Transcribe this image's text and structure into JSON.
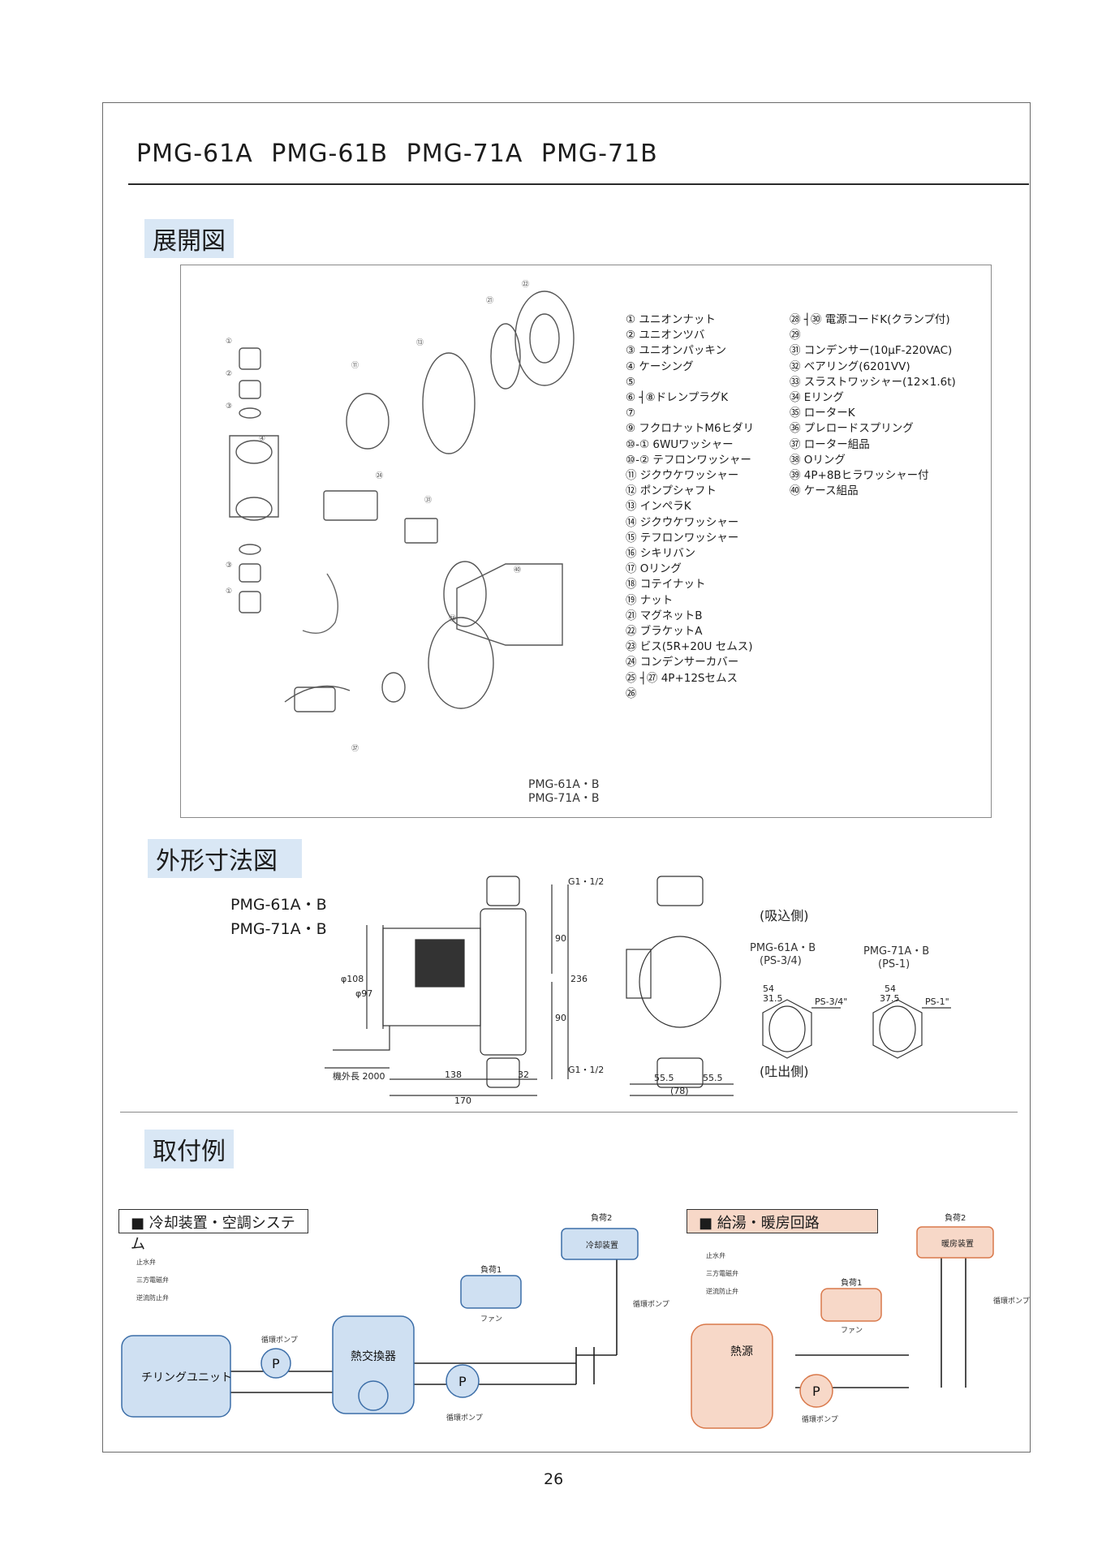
{
  "title": "PMG-61A PMG-61B PMG-71A PMG-71B",
  "sections": {
    "exploded": "展開図",
    "dimensions": "外形寸法図",
    "installation": "取付例"
  },
  "parts_left": [
    "① ユニオンナット",
    "② ユニオンツバ",
    "③ ユニオンパッキン",
    "④ ケーシング",
    "⑤",
    "⑥ ┤⑧ドレンプラグK",
    "⑦",
    "⑨ フクロナットM6ヒダリ",
    "⑩-① 6WUワッシャー",
    "⑩-② テフロンワッシャー",
    "⑪ ジクウケワッシャー",
    "⑫ ポンプシャフト",
    "⑬ インペラK",
    "⑭ ジクウケワッシャー",
    "⑮ テフロンワッシャー",
    "⑯ シキリバン",
    "⑰ Oリング",
    "⑱ コテイナット",
    "⑲ ナット",
    "㉑ マグネットB",
    "㉒ ブラケットA",
    "㉓ ビス(5R+20U セムス)",
    "㉔ コンデンサーカバー",
    "㉕ ┤㉗ 4P+12Sセムス",
    "㉖"
  ],
  "parts_right": [
    "㉘ ┤㉚ 電源コードK(クランプ付)",
    "㉙",
    "㉛ コンデンサー(10μF-220VAC)",
    "㉜ ベアリング(6201VV)",
    "㉝ スラストワッシャー(12×1.6t)",
    "㉞ Eリング",
    "㉟ ローターK",
    "㊱ プレロードスプリング",
    "㊲ ローター組品",
    "㊳ Oリング",
    "㊴ 4P+8Bヒラワッシャー付",
    "㊵ ケース組品"
  ],
  "panel_caption": [
    "PMG-61A・B",
    "PMG-71A・B"
  ],
  "dim_models": [
    "PMG-61A・B",
    "PMG-71A・B"
  ],
  "dim_labels": {
    "g_top": "G1・1/2",
    "g_bottom": "G1・1/2",
    "d90a": "90",
    "d90b": "90",
    "d236": "236",
    "d108": "φ108",
    "d97": "φ97",
    "cord": "機外長 2000",
    "d138": "138",
    "d32": "32",
    "d170": "170",
    "d555a": "55.5",
    "d555b": "55.5",
    "d78": "(78)",
    "suction": "(吸込側)",
    "discharge": "(吐出側)",
    "m61": "PMG-61A・B",
    "m61s": "(PS-3/4)",
    "m71": "PMG-71A・B",
    "m71s": "(PS-1)",
    "w54a": "54",
    "w315": "31.5",
    "ps34": "PS-3/4\"",
    "w54b": "54",
    "w375": "37.5",
    "ps1": "PS-1\""
  },
  "cooling": {
    "title": "■ 冷却装置・空調システム",
    "legend": [
      "止水弁",
      "三方電磁弁",
      "逆流防止弁"
    ],
    "chiller": "チリングユニット",
    "exchanger": "熱交換器",
    "pump1": "循環ポンプ",
    "pump2": "循環ポンプ",
    "pump3": "循環ポンプ",
    "load1": "負荷1",
    "fan": "ファン",
    "load2": "負荷2",
    "cooler": "冷却装置",
    "p": "P"
  },
  "heating": {
    "title": "■ 給湯・暖房回路",
    "legend": [
      "止水弁",
      "三方電磁弁",
      "逆流防止弁"
    ],
    "source": "熱源",
    "load1": "負荷1",
    "fan": "ファン",
    "load2": "負荷2",
    "heater": "暖房装置",
    "pump1": "循環ポンプ",
    "pump2": "循環ポンプ",
    "p": "P"
  },
  "page_number": "26",
  "colors": {
    "blue_fill": "#cfe0f2",
    "blue_stroke": "#3c6ea8",
    "orange_fill": "#f7d8c8",
    "orange_stroke": "#d9784a",
    "label_bg": "#d9e7f5"
  }
}
